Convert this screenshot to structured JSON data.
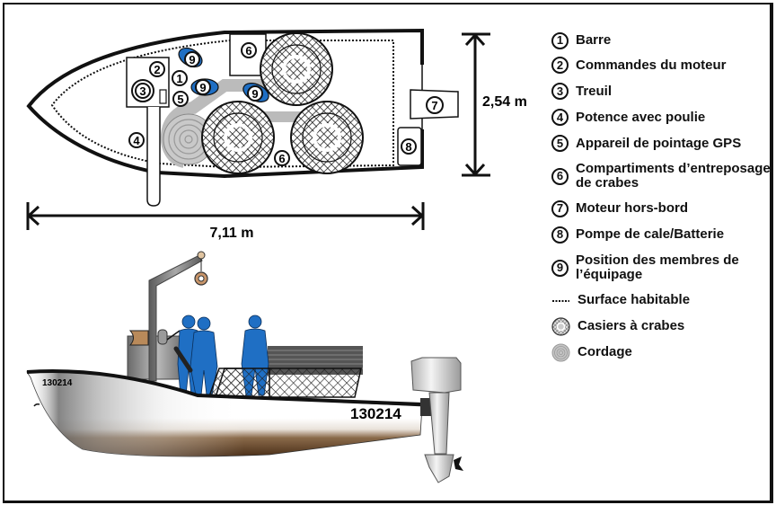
{
  "title": "Crab fishing boat layout",
  "dimensions": {
    "length_label": "7,11 m",
    "width_label": "2,54 m"
  },
  "hull_number": {
    "bow": "130214",
    "side": "130214"
  },
  "plan_markers": {
    "m1": "1",
    "m2": "2",
    "m3": "3",
    "m4": "4",
    "m5": "5",
    "m6a": "6",
    "m6b": "6",
    "m7": "7",
    "m8": "8",
    "m9a": "9",
    "m9b": "9",
    "m9c": "9"
  },
  "legend": {
    "items": [
      {
        "num": "1",
        "label": "Barre"
      },
      {
        "num": "2",
        "label": "Commandes du moteur"
      },
      {
        "num": "3",
        "label": "Treuil"
      },
      {
        "num": "4",
        "label": "Potence avec poulie"
      },
      {
        "num": "5",
        "label": "Appareil de pointage GPS"
      },
      {
        "num": "6",
        "label": "Compartiments d’entreposage de crabes"
      },
      {
        "num": "7",
        "label": "Moteur hors-bord"
      },
      {
        "num": "8",
        "label": "Pompe de cale/Batterie"
      },
      {
        "num": "9",
        "label": "Position des membres de l’équipage"
      }
    ],
    "symbols": [
      {
        "icon": "dotted-line-icon",
        "label": "Surface habitable"
      },
      {
        "icon": "crab-trap-icon",
        "label": "Casiers à crabes"
      },
      {
        "icon": "rope-coil-icon",
        "label": "Cordage"
      }
    ]
  },
  "colors": {
    "crew_blue": "#1f6fc4",
    "hull_bottom": "#6b4a2b",
    "davit_gray": "#7d7d7d",
    "rope_gray": "#b8b8b8"
  }
}
